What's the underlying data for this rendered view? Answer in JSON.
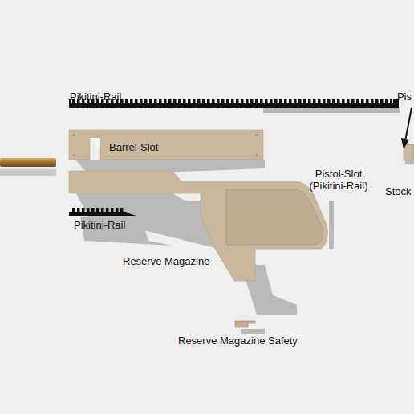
{
  "diagram": {
    "labels": [
      "Pikitini-Rail",
      "Pis",
      "Barrel-Slot",
      "Pistol-Slot (Pikitini-Rail)",
      "Stock",
      "Pikitini-Rail",
      "Reserve Magazine",
      "Reserve Magazine Safety"
    ]
  }
}
